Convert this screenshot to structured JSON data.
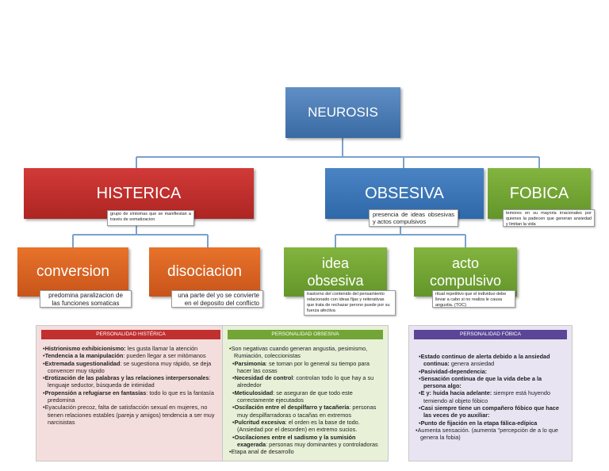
{
  "root": {
    "label": "NEUROSIS"
  },
  "nodes": {
    "histerica": "HISTERICA",
    "obsesiva": "OBSESIVA",
    "fobica": "FOBICA",
    "conversion": "conversion",
    "disociacion": "disociacion",
    "idea_obsesiva": "idea obsesiva",
    "acto_compulsivo": "acto compulsivo"
  },
  "notes": {
    "histerica": "grupo de síntomas que se manifiestan a través de somatizacion",
    "obsesiva": "presencia de ideas obsesivas y actos compulsivos",
    "fobica": "temores en su mayoria irracionales por quienes la padecen que generan ansiedad y limitan la vida",
    "conversion": "predomina paralizacion de las funciones somaticas",
    "disociacion": "una parte del yo se convierte en el deposito del conflicto",
    "idea_obsesiva": "trastorno del contenido del pensamiento relacionado con ideas fijas y reiterativas que trata de rechazar perono puede por su fuerza afectiva",
    "acto_compulsivo": "ritual repetitivo que el individuo debe llevar a cabo si no realiza le causa angustia. (TOC)"
  },
  "panels": {
    "histerica": {
      "title": "PERSONALIDAD HISTÉRICA",
      "items": [
        {
          "b": "Histrionismo exhibicionismo:",
          "t": " les gusta llamar la atención"
        },
        {
          "b": "Tendencia a la manipulación",
          "t": ": pueden llegar a ser mitómanos"
        },
        {
          "b": "Extremada sugestionalidad",
          "t": ": se sugestiona muy rápido, se deja convencer muy rápido"
        },
        {
          "b": "Erotización de las palabras y las relaciones interpersonales",
          "t": ": lenguaje seductor, búsqueda de intimidad"
        },
        {
          "b": "Propensión a refugiarse en fantasías",
          "t": ": todo lo que es la fantasía predomina"
        },
        {
          "b": "",
          "t": "Eyaculación precoz, falta de satisfacción sexual en mujeres, no tienen relaciones estables (pareja y amigos) tendencia a ser muy narcisistas"
        }
      ]
    },
    "obsesiva": {
      "title": "PERSONALIDAD OBSESIVA",
      "items": [
        {
          "b": "",
          "t": "Son negativas cuando generan angustia, pesimismo, Rumiación, coleccionistas",
          "sub": false
        },
        {
          "b": "Parsimonia",
          "t": ": se toman por lo general su tiempo para hacer las cosas",
          "sub": true
        },
        {
          "b": "Necesidad de control",
          "t": ": controlan todo lo que hay a su alrededor",
          "sub": true
        },
        {
          "b": "Meticulosidad",
          "t": ": se aseguran de que todo este correctamente ejecutados",
          "sub": true
        },
        {
          "b": "Oscilación entre el despilfarro y tacañería",
          "t": ": personas muy despilfarradoras o tacañas en extremos",
          "sub": true
        },
        {
          "b": "Pulcritud excesiva",
          "t": ": el orden es la base de todo. (Ansiedad por el desorden) en extremo sucios.",
          "sub": true
        },
        {
          "b": "Oscilaciones entre el sadismo y la sumisión exagerada",
          "t": ": personas muy dominantes y controladoras",
          "sub": true
        },
        {
          "b": "",
          "t": "Etapa anal de desarrollo",
          "sub": false
        }
      ]
    },
    "fobica": {
      "title": "PERSONALIDAD FÓBICA",
      "items": [
        {
          "b": "Estado continuo de alerta debido a la ansiedad continua:",
          "t": " genera ansiedad",
          "sub": true
        },
        {
          "b": "Pasividad-dependencia:",
          "t": "",
          "sub": true
        },
        {
          "b": "Sensación continua de que la vida debe a la persona algo:",
          "t": "",
          "sub": true
        },
        {
          "b": "E y: huida hacia adelante:",
          "t": " siempre está huyendo temiendo al objeto fóbico",
          "sub": true
        },
        {
          "b": "Casi siempre tiene un compañero fóbico que hace las veces de yo auxiliar:",
          "t": "",
          "sub": true
        },
        {
          "b": "Punto de fijación en la etapa fálica-edípica",
          "t": "",
          "sub": true
        },
        {
          "b": "",
          "t": "Aumenta sensación. (aumenta \"percepción de a lo que genera la fobia)",
          "sub": false
        }
      ]
    }
  },
  "colors": {
    "root": "#4a7bb5",
    "histerica": "#c0302e",
    "child_hist": "#d9622a",
    "obsesiva": "#3c76b8",
    "fobica": "#5a9a35",
    "child_obs": "#72a535",
    "panel_hist_bg": "#f4dedd",
    "panel_hist_title": "#c0302e",
    "panel_obs_bg": "#e8f0d8",
    "panel_obs_title": "#72a535",
    "panel_fob_bg": "#e9e4f2",
    "panel_fob_title": "#5a4597"
  }
}
